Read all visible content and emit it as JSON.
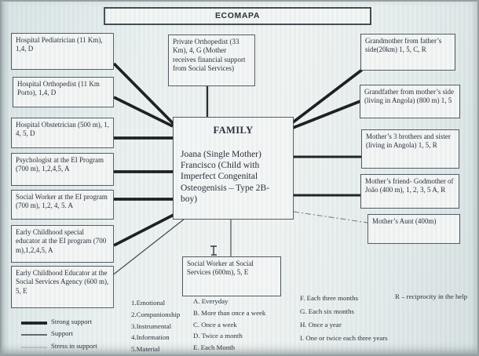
{
  "title": "ECOMAPA",
  "family": {
    "title": "FAMILY",
    "members": "Joana (Single Mother) Francisco (Child with Imperfect Congenital Osteogenisis – Type 2B- boy)"
  },
  "nodes": {
    "left": [
      {
        "id": "hospital-pediatrician",
        "text": "Hospital Pediatrician (11 Km), 1,4, D"
      },
      {
        "id": "hospital-orthopedist",
        "text": "Hospital Orthopedist (11 Km Porto), 1,4, D"
      },
      {
        "id": "hospital-obstetrician",
        "text": "Hospital Obstetrician (500 m), 1, 4, 5, D"
      },
      {
        "id": "psychologist-ei-program",
        "text": "Psychologist at the EI Program (700 m), 1,2,4,5, A"
      },
      {
        "id": "social-worker-ei-program",
        "text": "Social Worker at the EI program (700 m), 1,2, 4, 5. A"
      },
      {
        "id": "early-childhood-special-educator",
        "text": "Early Childhood special educator at the EI program (700 m),1,2,4,5, A"
      },
      {
        "id": "early-childhood-educator-ssa",
        "text": "Early Childhood Educator at the Social Services Agency (600 m), 5, E"
      }
    ],
    "top": {
      "id": "private-orthopedist",
      "text": "Private Orthopedist (33 Km), 4, G (Mother receives financial support from Social Services)"
    },
    "right": [
      {
        "id": "grandmother-fathers-side",
        "text": "Grandmother from father’s side(20km) 1, 5, C, R"
      },
      {
        "id": "grandfather-mothers-side",
        "text": "Grandfather from mother’s side (living in Angola) (800 m) 1, 5"
      },
      {
        "id": "mothers-brothers-and-sister",
        "text": "Mother’s 3 brothers and sister (living in Angola) 1, 5, R"
      },
      {
        "id": "mothers-friend-godmother",
        "text": "Mother’s friend- Godmother of João (400 m), 1, 2, 3, 5 A, R"
      },
      {
        "id": "mothers-aunt",
        "text": "Mother’s Aunt (400m)"
      }
    ],
    "bottom": {
      "id": "social-worker-social-services",
      "text": "Social Worker at Social Services (600m), 5, E"
    }
  },
  "line_legend": [
    {
      "label": "Strong support",
      "style": "strong"
    },
    {
      "label": "Support",
      "style": "support"
    },
    {
      "label": "Stress in support",
      "style": "stress"
    }
  ],
  "support_types": [
    "1.Emotional",
    "2.Companionship",
    "3.Instrumental",
    "4.Information",
    "5.Material"
  ],
  "frequency_codes_1": [
    "A. Everyday",
    "B. More than once a week",
    "C. Once a week",
    "D. Twice a month",
    "E. Each Month"
  ],
  "frequency_codes_2": [
    "F. Each three months",
    "G. Each six months",
    "H. Once a year",
    "I. One or twice each three years"
  ],
  "reciprocity_note": "R – reciprocity in the  help",
  "colors": {
    "line_strong": "#15171c",
    "line_support": "#3c434a",
    "line_stress": "#7e868b",
    "box_border": "#4e565e",
    "background": "#e4ecec"
  }
}
